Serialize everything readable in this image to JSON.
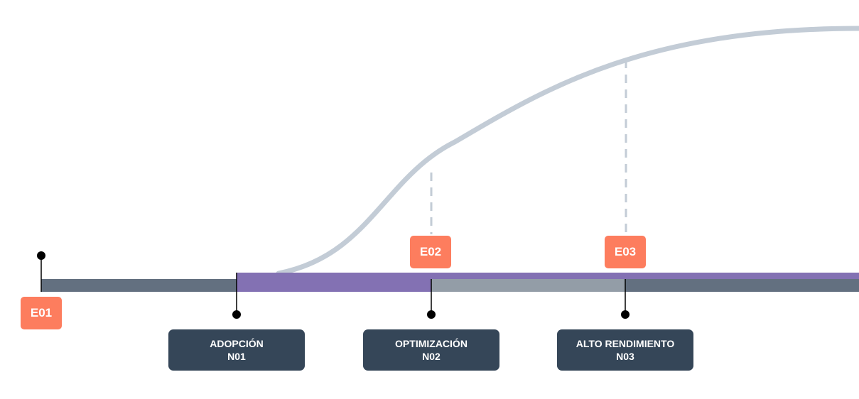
{
  "colors": {
    "track_dark": "#637080",
    "track_purple": "#8371b3",
    "track_light": "#939da7",
    "curve": "#c3ccd6",
    "badge": "#fd7d5e",
    "card": "#354658",
    "dot": "#000000"
  },
  "events": [
    {
      "id": "e01",
      "label": "E01"
    },
    {
      "id": "e02",
      "label": "E02"
    },
    {
      "id": "e03",
      "label": "E03"
    }
  ],
  "levels": [
    {
      "id": "n01",
      "title": "ADOPCIÓN",
      "code": "N01"
    },
    {
      "id": "n02",
      "title": "OPTIMIZACIÓN",
      "code": "N02"
    },
    {
      "id": "n03",
      "title": "ALTO RENDIMIENTO",
      "code": "N03"
    }
  ]
}
